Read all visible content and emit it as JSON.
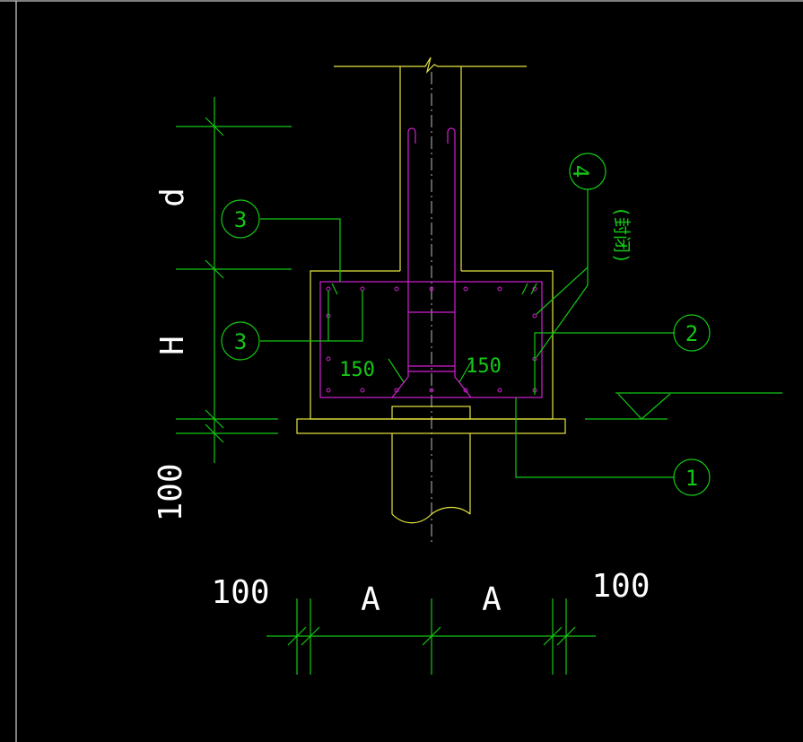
{
  "colors": {
    "background": "#000000",
    "frame": "#ffffff",
    "outline": "#e6e640",
    "rebar": "#d020d0",
    "dimension": "#14c814",
    "text": "#ffffff",
    "marker_text": "#14c814",
    "centerline": "#bbbbbb"
  },
  "dimensions": {
    "vertical": {
      "d": "d",
      "H": "H",
      "bottom": "100"
    },
    "horizontal": {
      "left": "100",
      "a_left": "A",
      "a_right": "A",
      "right": "100"
    }
  },
  "rebar_labels": {
    "spacing_left": "150",
    "spacing_right": "150"
  },
  "callouts": {
    "upper_left": "3",
    "mid_left": "3",
    "right_mid": "2",
    "bottom_right": "1",
    "top_right": "4",
    "top_right_note": "(封闭)"
  }
}
